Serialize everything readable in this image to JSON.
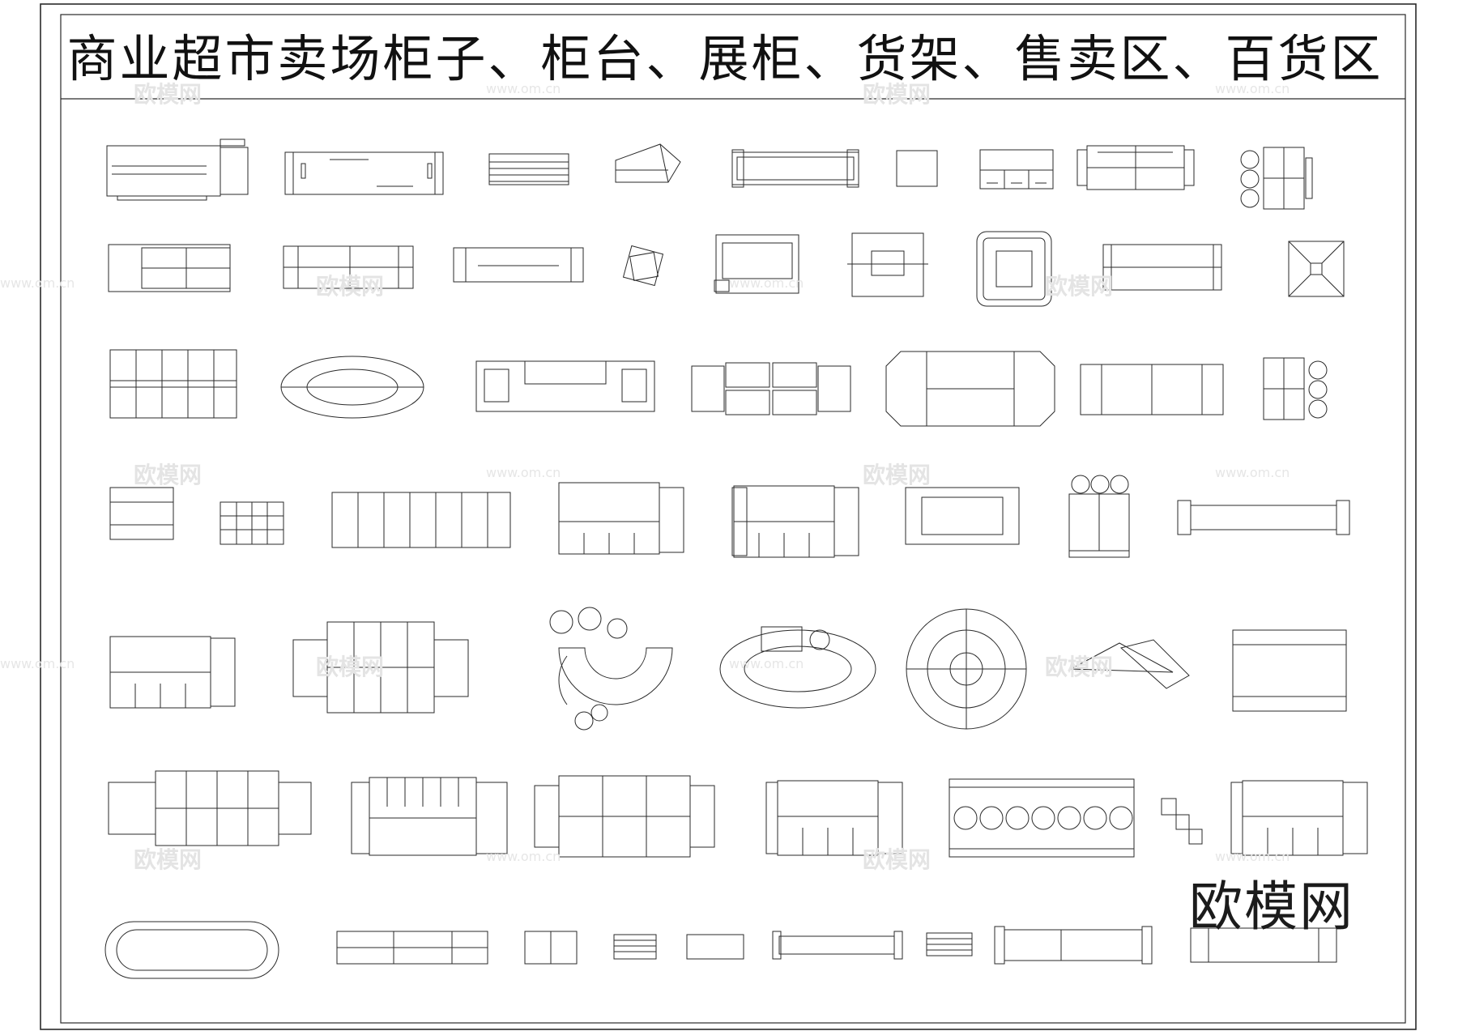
{
  "title": "商业超市卖场柜子、柜台、展柜、货架、售卖区、百货区",
  "brand": "欧模网",
  "watermark": {
    "logo_text": "欧模网",
    "url_text": "www.om.cn"
  },
  "colors": {
    "line": "#2a2a2a",
    "background": "#ffffff",
    "watermark": "#e4e4e4"
  },
  "rows": [
    {
      "row": 1,
      "items": [
        "counter-with-end-unit",
        "cabinet-with-end-panel",
        "display-box-slatted",
        "angled-display-table",
        "gondola-long",
        "small-square-table",
        "drawer-cabinet",
        "shelf-with-side-panels",
        "round-stools-display"
      ]
    },
    {
      "row": 2,
      "items": [
        "counter-two-bay",
        "cylindrical-shelf",
        "long-counter-ends",
        "rotated-square-stand",
        "display-cabinet-offset",
        "center-island-table",
        "rounded-square-counter",
        "counter-with-legs",
        "pyramid-top-table"
      ]
    },
    {
      "row": 3,
      "items": [
        "shelving-grid-unit",
        "oval-island",
        "stepped-end-counter",
        "double-bay-display",
        "octagonal-island",
        "three-bay-counter",
        "round-stools-display-left"
      ]
    },
    {
      "row": 4,
      "items": [
        "stacked-cabinet",
        "small-grid-cabinet",
        "seven-bay-shelf",
        "display-with-wings",
        "display-with-wings-b",
        "rectangular-table",
        "stool-cluster-counter",
        "long-rail-bench"
      ]
    },
    {
      "row": 5,
      "items": [
        "display-with-wings-c",
        "central-gondola-block",
        "curved-s-counter",
        "oval-ring-counter",
        "circular-island",
        "triangular-tables",
        "bottle-display-shelf"
      ]
    },
    {
      "row": 6,
      "items": [
        "extended-display-block",
        "double-sided-display",
        "large-gondola",
        "display-with-wings-d",
        "round-display-counter",
        "zigzag-small",
        "display-with-wings-e"
      ]
    },
    {
      "row": 7,
      "items": [
        "rounded-end-counter",
        "long-side-cabinet",
        "small-two-bay",
        "slatted-box",
        "small-rect-box",
        "long-rail-counter",
        "slatted-box-small",
        "long-rail-counter-b",
        "end-cabinet"
      ]
    }
  ]
}
